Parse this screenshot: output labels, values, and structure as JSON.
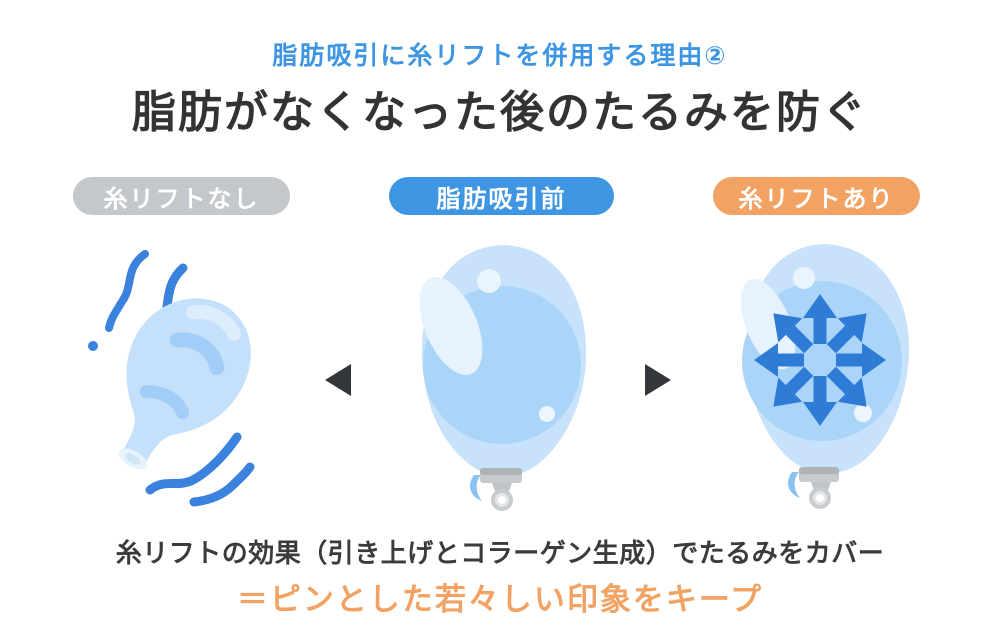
{
  "header": {
    "subtitle": "脂肪吸引に糸リフトを併用する理由②",
    "title": "脂肪がなくなった後のたるみを防ぐ"
  },
  "badges": [
    {
      "id": "no-thread-lift",
      "label": "糸リフトなし",
      "color": "#c3c8cc"
    },
    {
      "id": "before-liposuction",
      "label": "脂肪吸引前",
      "color": "#3e96e2"
    },
    {
      "id": "with-thread-lift",
      "label": "糸リフトあり",
      "color": "#f2a263"
    }
  ],
  "illustrations": {
    "left": "deflated-balloon",
    "center": "inflated-balloon",
    "right": "balloon-with-radial-arrows"
  },
  "icons": {
    "between_left": "triangle-left-icon",
    "between_right": "triangle-right-icon"
  },
  "footer": {
    "line1": "糸リフトの効果（引き上げとコラーゲン生成）でたるみをカバー",
    "line2": "＝ピンとした若々しい印象をキープ"
  },
  "colors": {
    "accent_blue": "#3e96e2",
    "accent_orange": "#f2a263",
    "badge_gray": "#c3c8cc",
    "heading_dark": "#333333",
    "triangle_dark": "#33373c",
    "balloon_light": "#c7e2fa",
    "balloon_mid": "#aad5f9",
    "balloon_highlight": "#e6f2fd",
    "illustration_deep_blue": "#3b82de",
    "clip_gray": "#c7cbcf"
  }
}
